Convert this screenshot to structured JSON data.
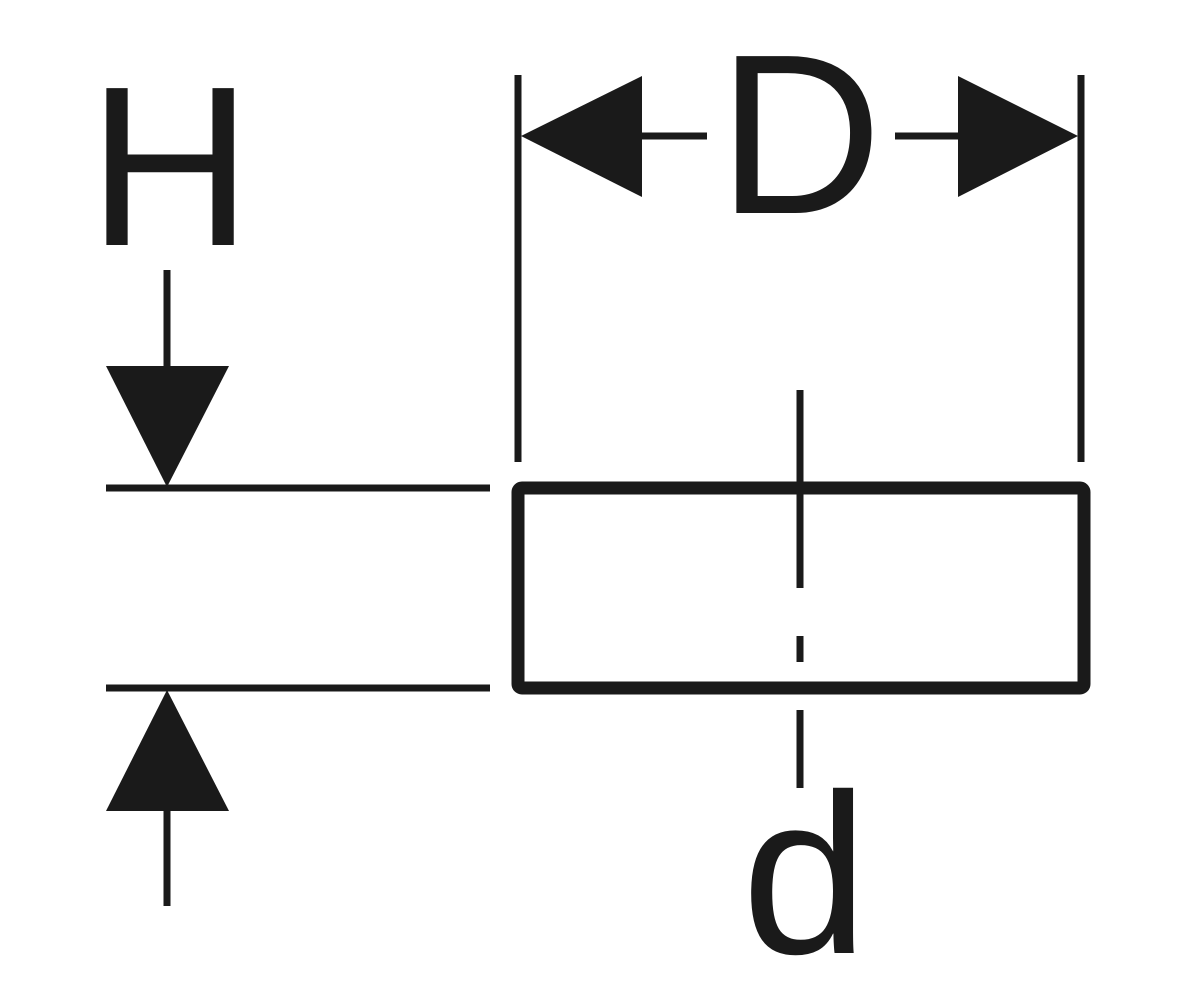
{
  "labels": {
    "height": "H",
    "outer_diameter": "D",
    "inner_diameter": "d"
  },
  "colors": {
    "ink": "#1a1a1a",
    "background": "#ffffff"
  }
}
